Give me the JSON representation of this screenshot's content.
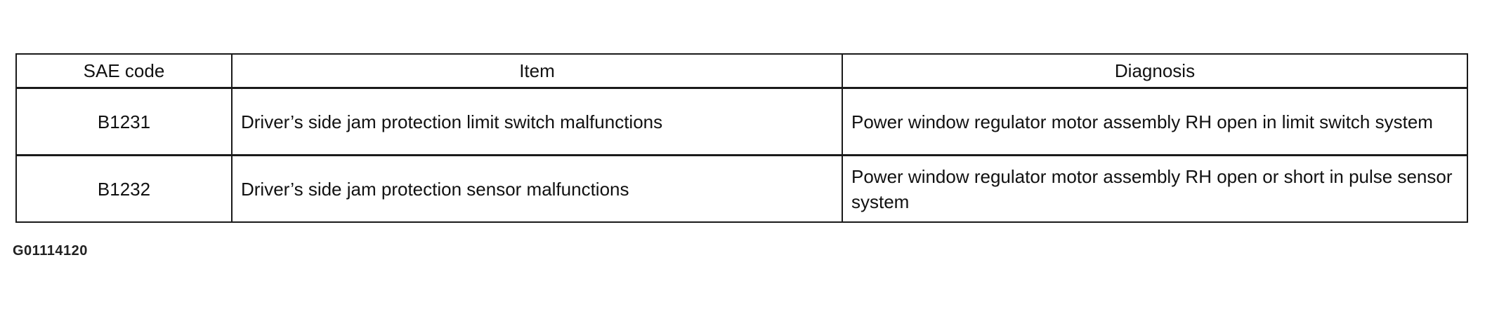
{
  "table": {
    "headers": [
      "SAE code",
      "Item",
      "Diagnosis"
    ],
    "rows": [
      {
        "code": "B1231",
        "item": "Driver’s side jam protection limit switch malfunctions",
        "diagnosis": "Power window regulator motor assembly RH open in limit switch system"
      },
      {
        "code": "B1232",
        "item": "Driver’s side jam protection sensor malfunctions",
        "diagnosis": "Power window regulator motor assembly RH open or short in pulse sensor system"
      }
    ]
  },
  "figure_id": "G01114120"
}
